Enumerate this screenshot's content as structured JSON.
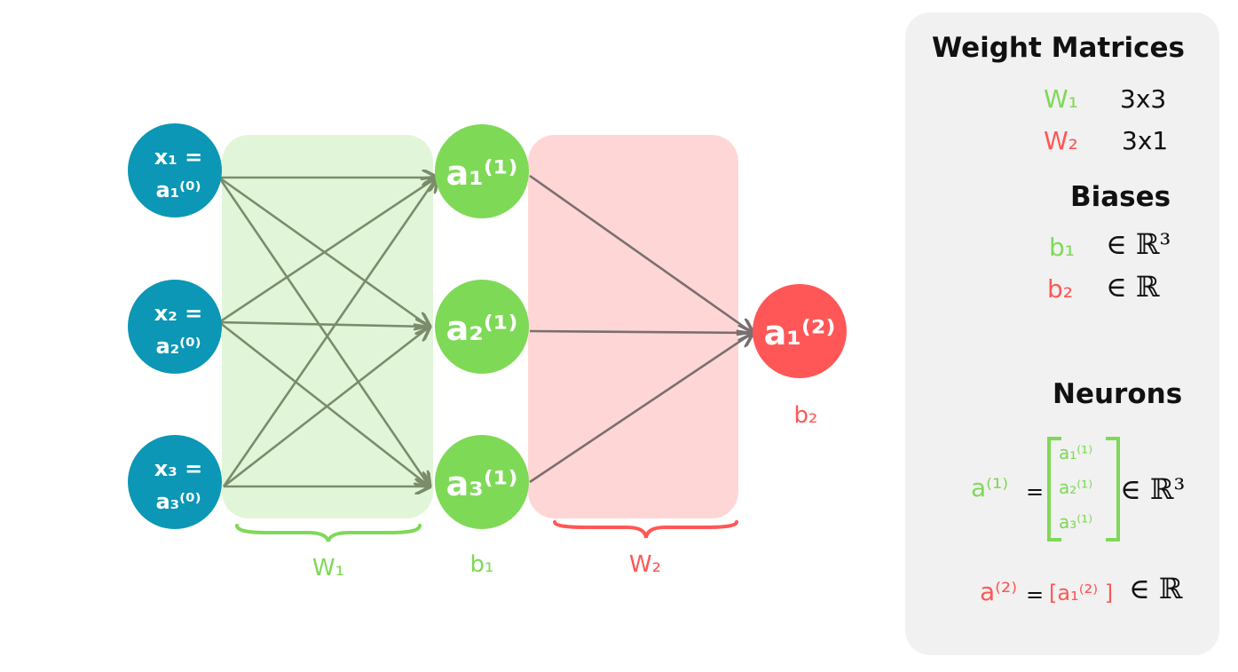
{
  "network": {
    "inputs": [
      {
        "line1": "x₁ =",
        "line2": "a₁⁽⁰⁾"
      },
      {
        "line1": "x₂ =",
        "line2": "a₂⁽⁰⁾"
      },
      {
        "line1": "x₃ =",
        "line2": "a₃⁽⁰⁾"
      }
    ],
    "hidden": [
      {
        "label": "a₁⁽¹⁾"
      },
      {
        "label": "a₂⁽¹⁾"
      },
      {
        "label": "a₃⁽¹⁾"
      }
    ],
    "output": {
      "label": "a₁⁽²⁾",
      "bias": "b₂"
    },
    "w1_label": "W₁",
    "b1_label": "b₁",
    "w2_label": "W₂",
    "colors": {
      "input": "#0b97b5",
      "hidden": "#7ed957",
      "output": "#ff5757",
      "w1_box": "#e1f6d9",
      "w2_box": "#ffd6d6",
      "edge_w1": "#7b8c6a",
      "edge_w2": "#7a6f6f"
    }
  },
  "panel": {
    "weights_heading": "Weight Matrices",
    "w1": {
      "name": "W₁",
      "dims": "3x3"
    },
    "w2": {
      "name": "W₂",
      "dims": "3x1"
    },
    "biases_heading": "Biases",
    "b1": {
      "name": "b₁",
      "space": "∈ ℝ³"
    },
    "b2": {
      "name": "b₂",
      "space": "∈ ℝ"
    },
    "neurons_heading": "Neurons",
    "a1": {
      "name": "a⁽¹⁾",
      "eq": "=",
      "elements": [
        "a₁⁽¹⁾",
        "a₂⁽¹⁾",
        "a₃⁽¹⁾"
      ],
      "space": "∈ ℝ³"
    },
    "a2": {
      "name": "a⁽²⁾",
      "eq": "=",
      "vector": "[a₁⁽²⁾ ]",
      "space": "∈ ℝ"
    }
  }
}
